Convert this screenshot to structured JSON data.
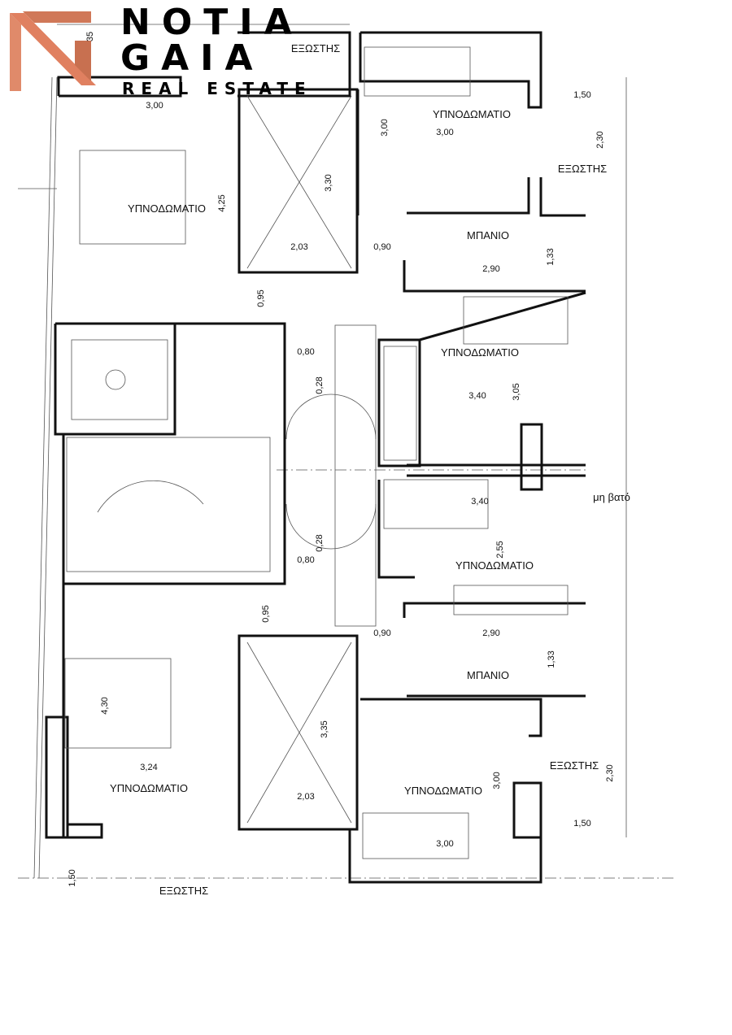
{
  "logo": {
    "line1": "NOTIA",
    "line2": "GAIA",
    "line3": "REAL ESTATE",
    "accent": "#e08060"
  },
  "rooms": [
    {
      "id": "balcony-top",
      "label": "ΕΞΩΣΤΗΣ"
    },
    {
      "id": "bedroom-ne",
      "label": "ΥΠΝΟΔΩΜΑΤΙΟ"
    },
    {
      "id": "balcony-ne",
      "label": "ΕΞΩΣΤΗΣ"
    },
    {
      "id": "bedroom-nw",
      "label": "ΥΠΝΟΔΩΜΑΤΙΟ"
    },
    {
      "id": "bath-n",
      "label": "ΜΠΑΝΙΟ"
    },
    {
      "id": "bedroom-e1",
      "label": "ΥΠΝΟΔΩΜΑΤΙΟ"
    },
    {
      "id": "non-walkable",
      "label": "μη βατό"
    },
    {
      "id": "bedroom-e2",
      "label": "ΥΠΝΟΔΩΜΑΤΙΟ"
    },
    {
      "id": "bath-s",
      "label": "ΜΠΑΝΙΟ"
    },
    {
      "id": "balcony-se",
      "label": "ΕΞΩΣΤΗΣ"
    },
    {
      "id": "bedroom-sw",
      "label": "ΥΠΝΟΔΩΜΑΤΙΟ"
    },
    {
      "id": "bedroom-se",
      "label": "ΥΠΝΟΔΩΜΑΤΙΟ"
    },
    {
      "id": "balcony-bottom",
      "label": "ΕΞΩΣΤΗΣ"
    }
  ],
  "dimensions": [
    "3,00",
    "1,50",
    "2,30",
    "3,00",
    "3,00",
    "3,30",
    "4,25",
    "2,03",
    "0,90",
    "1,33",
    "2,90",
    "0,95",
    "0,80",
    "0,28",
    "3,40",
    "3,05",
    "3,40",
    "0,28",
    "0,80",
    "2,55",
    "0,90",
    "2,90",
    "0,95",
    "1,33",
    "4,30",
    "3,35",
    "3,24",
    "2,30",
    "3,00",
    "2,03",
    "1,50",
    "3,00",
    "1,50",
    "35"
  ]
}
